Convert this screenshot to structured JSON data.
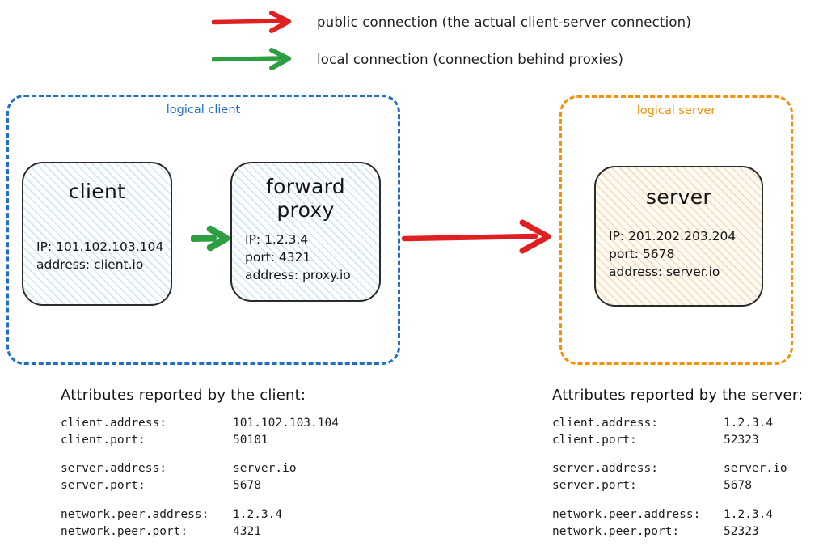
{
  "legend": {
    "items": [
      {
        "arrow_icon": "red-right-arrow-icon",
        "color": "#e02020",
        "label": "public connection (the actual client-server connection)"
      },
      {
        "arrow_icon": "green-right-arrow-icon",
        "color": "#2e9e42",
        "label": "local connection (connection behind proxies)"
      }
    ]
  },
  "groups": {
    "client": {
      "label": "logical client",
      "color": "#1f6fc4"
    },
    "server": {
      "label": "logical server",
      "color": "#f39208"
    }
  },
  "nodes": {
    "client": {
      "title": "client",
      "attrs": [
        "IP: 101.102.103.104",
        "address: client.io"
      ]
    },
    "proxy": {
      "title_line1": "forward",
      "title_line2": "proxy",
      "attrs": [
        "IP: 1.2.3.4",
        "port: 4321",
        "address: proxy.io"
      ]
    },
    "server": {
      "title": "server",
      "attrs": [
        "IP: 201.202.203.204",
        "port: 5678",
        "address: server.io"
      ]
    }
  },
  "connections": {
    "client_to_proxy": {
      "type": "local",
      "color": "#2e9e42"
    },
    "proxy_to_server": {
      "type": "public",
      "color": "#e02020"
    }
  },
  "attribute_tables": {
    "client": {
      "heading": "Attributes reported by the client:",
      "groups": [
        [
          {
            "key": "client.address:",
            "value": "101.102.103.104"
          },
          {
            "key": "client.port:",
            "value": "50101"
          }
        ],
        [
          {
            "key": "server.address:",
            "value": "server.io"
          },
          {
            "key": "server.port:",
            "value": "5678"
          }
        ],
        [
          {
            "key": "network.peer.address:",
            "value": "1.2.3.4"
          },
          {
            "key": "network.peer.port:",
            "value": "4321"
          }
        ]
      ]
    },
    "server": {
      "heading": "Attributes reported by the server:",
      "groups": [
        [
          {
            "key": "client.address:",
            "value": "1.2.3.4"
          },
          {
            "key": "client.port:",
            "value": "52323"
          }
        ],
        [
          {
            "key": "server.address:",
            "value": "server.io"
          },
          {
            "key": "server.port:",
            "value": "5678"
          }
        ],
        [
          {
            "key": "network.peer.address:",
            "value": "1.2.3.4"
          },
          {
            "key": "network.peer.port:",
            "value": "52323"
          }
        ]
      ]
    }
  }
}
